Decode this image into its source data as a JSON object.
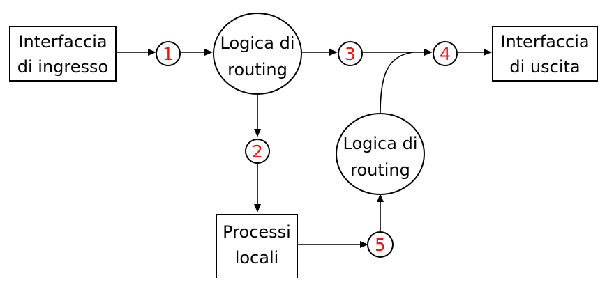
{
  "nodes": {
    "input_interface": {
      "line1": "Interfaccia",
      "line2": "di ingresso"
    },
    "routing_logic_1": {
      "line1": "Logica di",
      "line2": "routing"
    },
    "output_interface": {
      "line1": "Interfaccia",
      "line2": "di uscita"
    },
    "routing_logic_2": {
      "line1": "Logica di",
      "line2": "routing"
    },
    "local_processes": {
      "line1": "Processi",
      "line2": "locali"
    }
  },
  "hooks": [
    "1",
    "2",
    "3",
    "4",
    "5"
  ],
  "colors": {
    "hook_number": "#e8141c",
    "stroke": "#000000"
  }
}
